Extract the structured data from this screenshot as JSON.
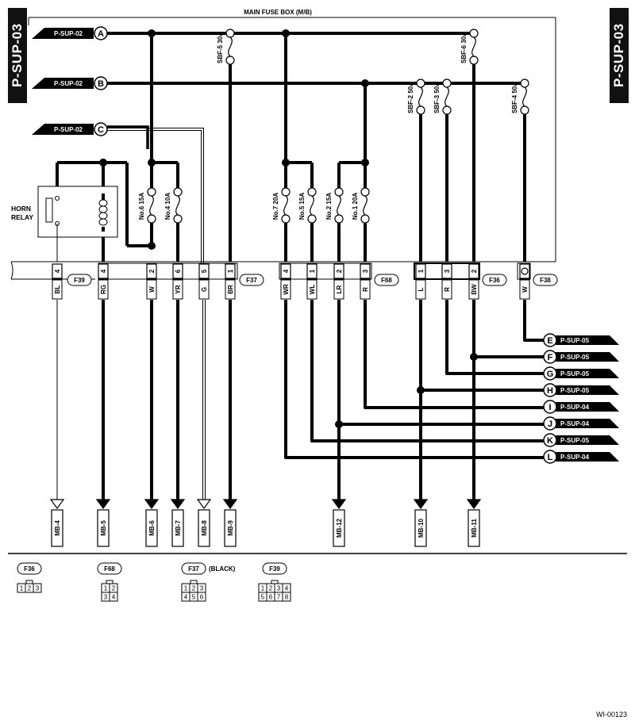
{
  "title": "MAIN FUSE BOX (M/B)",
  "side_tab_left": "P-SUP-03",
  "side_tab_right": "P-SUP-03",
  "figure_id": "WI-00123",
  "horn_relay": "HORN\nRELAY",
  "inputs": [
    {
      "id": "A",
      "ref": "P-SUP-02"
    },
    {
      "id": "B",
      "ref": "P-SUP-02"
    },
    {
      "id": "C",
      "ref": "P-SUP-02"
    }
  ],
  "fuses": [
    {
      "id": "sbf5",
      "label": "SBF-5 30A"
    },
    {
      "id": "sbf6",
      "label": "SBF-6 30A"
    },
    {
      "id": "sbf2",
      "label": "SBF-2 50A"
    },
    {
      "id": "sbf3",
      "label": "SBF-3 50A"
    },
    {
      "id": "sbf4",
      "label": "SBF-4 50A"
    },
    {
      "id": "no6",
      "label": "No.6 15A"
    },
    {
      "id": "no4",
      "label": "No.4 10A"
    },
    {
      "id": "no7",
      "label": "No.7 20A"
    },
    {
      "id": "no5",
      "label": "No.5 15A"
    },
    {
      "id": "no2",
      "label": "No.2 15A"
    },
    {
      "id": "no1",
      "label": "No.1 20A"
    }
  ],
  "connectors": [
    {
      "id": "F39",
      "label": "F39"
    },
    {
      "id": "F37",
      "label": "F37"
    },
    {
      "id": "F68",
      "label": "F68"
    },
    {
      "id": "F36",
      "label": "F36"
    },
    {
      "id": "F38",
      "label": "F38"
    }
  ],
  "pins": [
    {
      "id": "f39-4",
      "num": "4",
      "wire": "BL"
    },
    {
      "id": "f37-4",
      "num": "4",
      "wire": "RG"
    },
    {
      "id": "f37-2",
      "num": "2",
      "wire": "W"
    },
    {
      "id": "f37-6",
      "num": "6",
      "wire": "YR"
    },
    {
      "id": "f37-5",
      "num": "5",
      "wire": "G"
    },
    {
      "id": "f37-1",
      "num": "1",
      "wire": "BR"
    },
    {
      "id": "f68-4",
      "num": "4",
      "wire": "WR"
    },
    {
      "id": "f68-1",
      "num": "1",
      "wire": "WL"
    },
    {
      "id": "f68-2",
      "num": "2",
      "wire": "LR"
    },
    {
      "id": "f68-3",
      "num": "3",
      "wire": "R"
    },
    {
      "id": "f36-1",
      "num": "1",
      "wire": "L"
    },
    {
      "id": "f36-3",
      "num": "3",
      "wire": "R"
    },
    {
      "id": "f36-2",
      "num": "2",
      "wire": "BW"
    },
    {
      "id": "f38",
      "num": "",
      "wire": "W"
    }
  ],
  "outputs": [
    {
      "id": "E",
      "ref": "P-SUP-05"
    },
    {
      "id": "F",
      "ref": "P-SUP-05"
    },
    {
      "id": "G",
      "ref": "P-SUP-05"
    },
    {
      "id": "H",
      "ref": "P-SUP-05"
    },
    {
      "id": "I",
      "ref": "P-SUP-04"
    },
    {
      "id": "J",
      "ref": "P-SUP-04"
    },
    {
      "id": "K",
      "ref": "P-SUP-05"
    },
    {
      "id": "L",
      "ref": "P-SUP-04"
    }
  ],
  "mb_terminals": [
    "MB-4",
    "MB-5",
    "MB-6",
    "MB-7",
    "MB-8",
    "MB-9",
    "MB-12",
    "MB-10",
    "MB-11"
  ],
  "legend": [
    {
      "name": "F36",
      "note": "",
      "rows": [
        [
          "1",
          "2",
          "3"
        ]
      ]
    },
    {
      "name": "F68",
      "note": "",
      "rows": [
        [
          "1",
          "2"
        ],
        [
          "3",
          "4"
        ]
      ]
    },
    {
      "name": "F37",
      "note": "(BLACK)",
      "rows": [
        [
          "1",
          "2",
          "3"
        ],
        [
          "4",
          "5",
          "6"
        ]
      ]
    },
    {
      "name": "F39",
      "note": "",
      "rows": [
        [
          "1",
          "2",
          "3",
          "4"
        ],
        [
          "5",
          "6",
          "7",
          "8"
        ]
      ]
    }
  ]
}
